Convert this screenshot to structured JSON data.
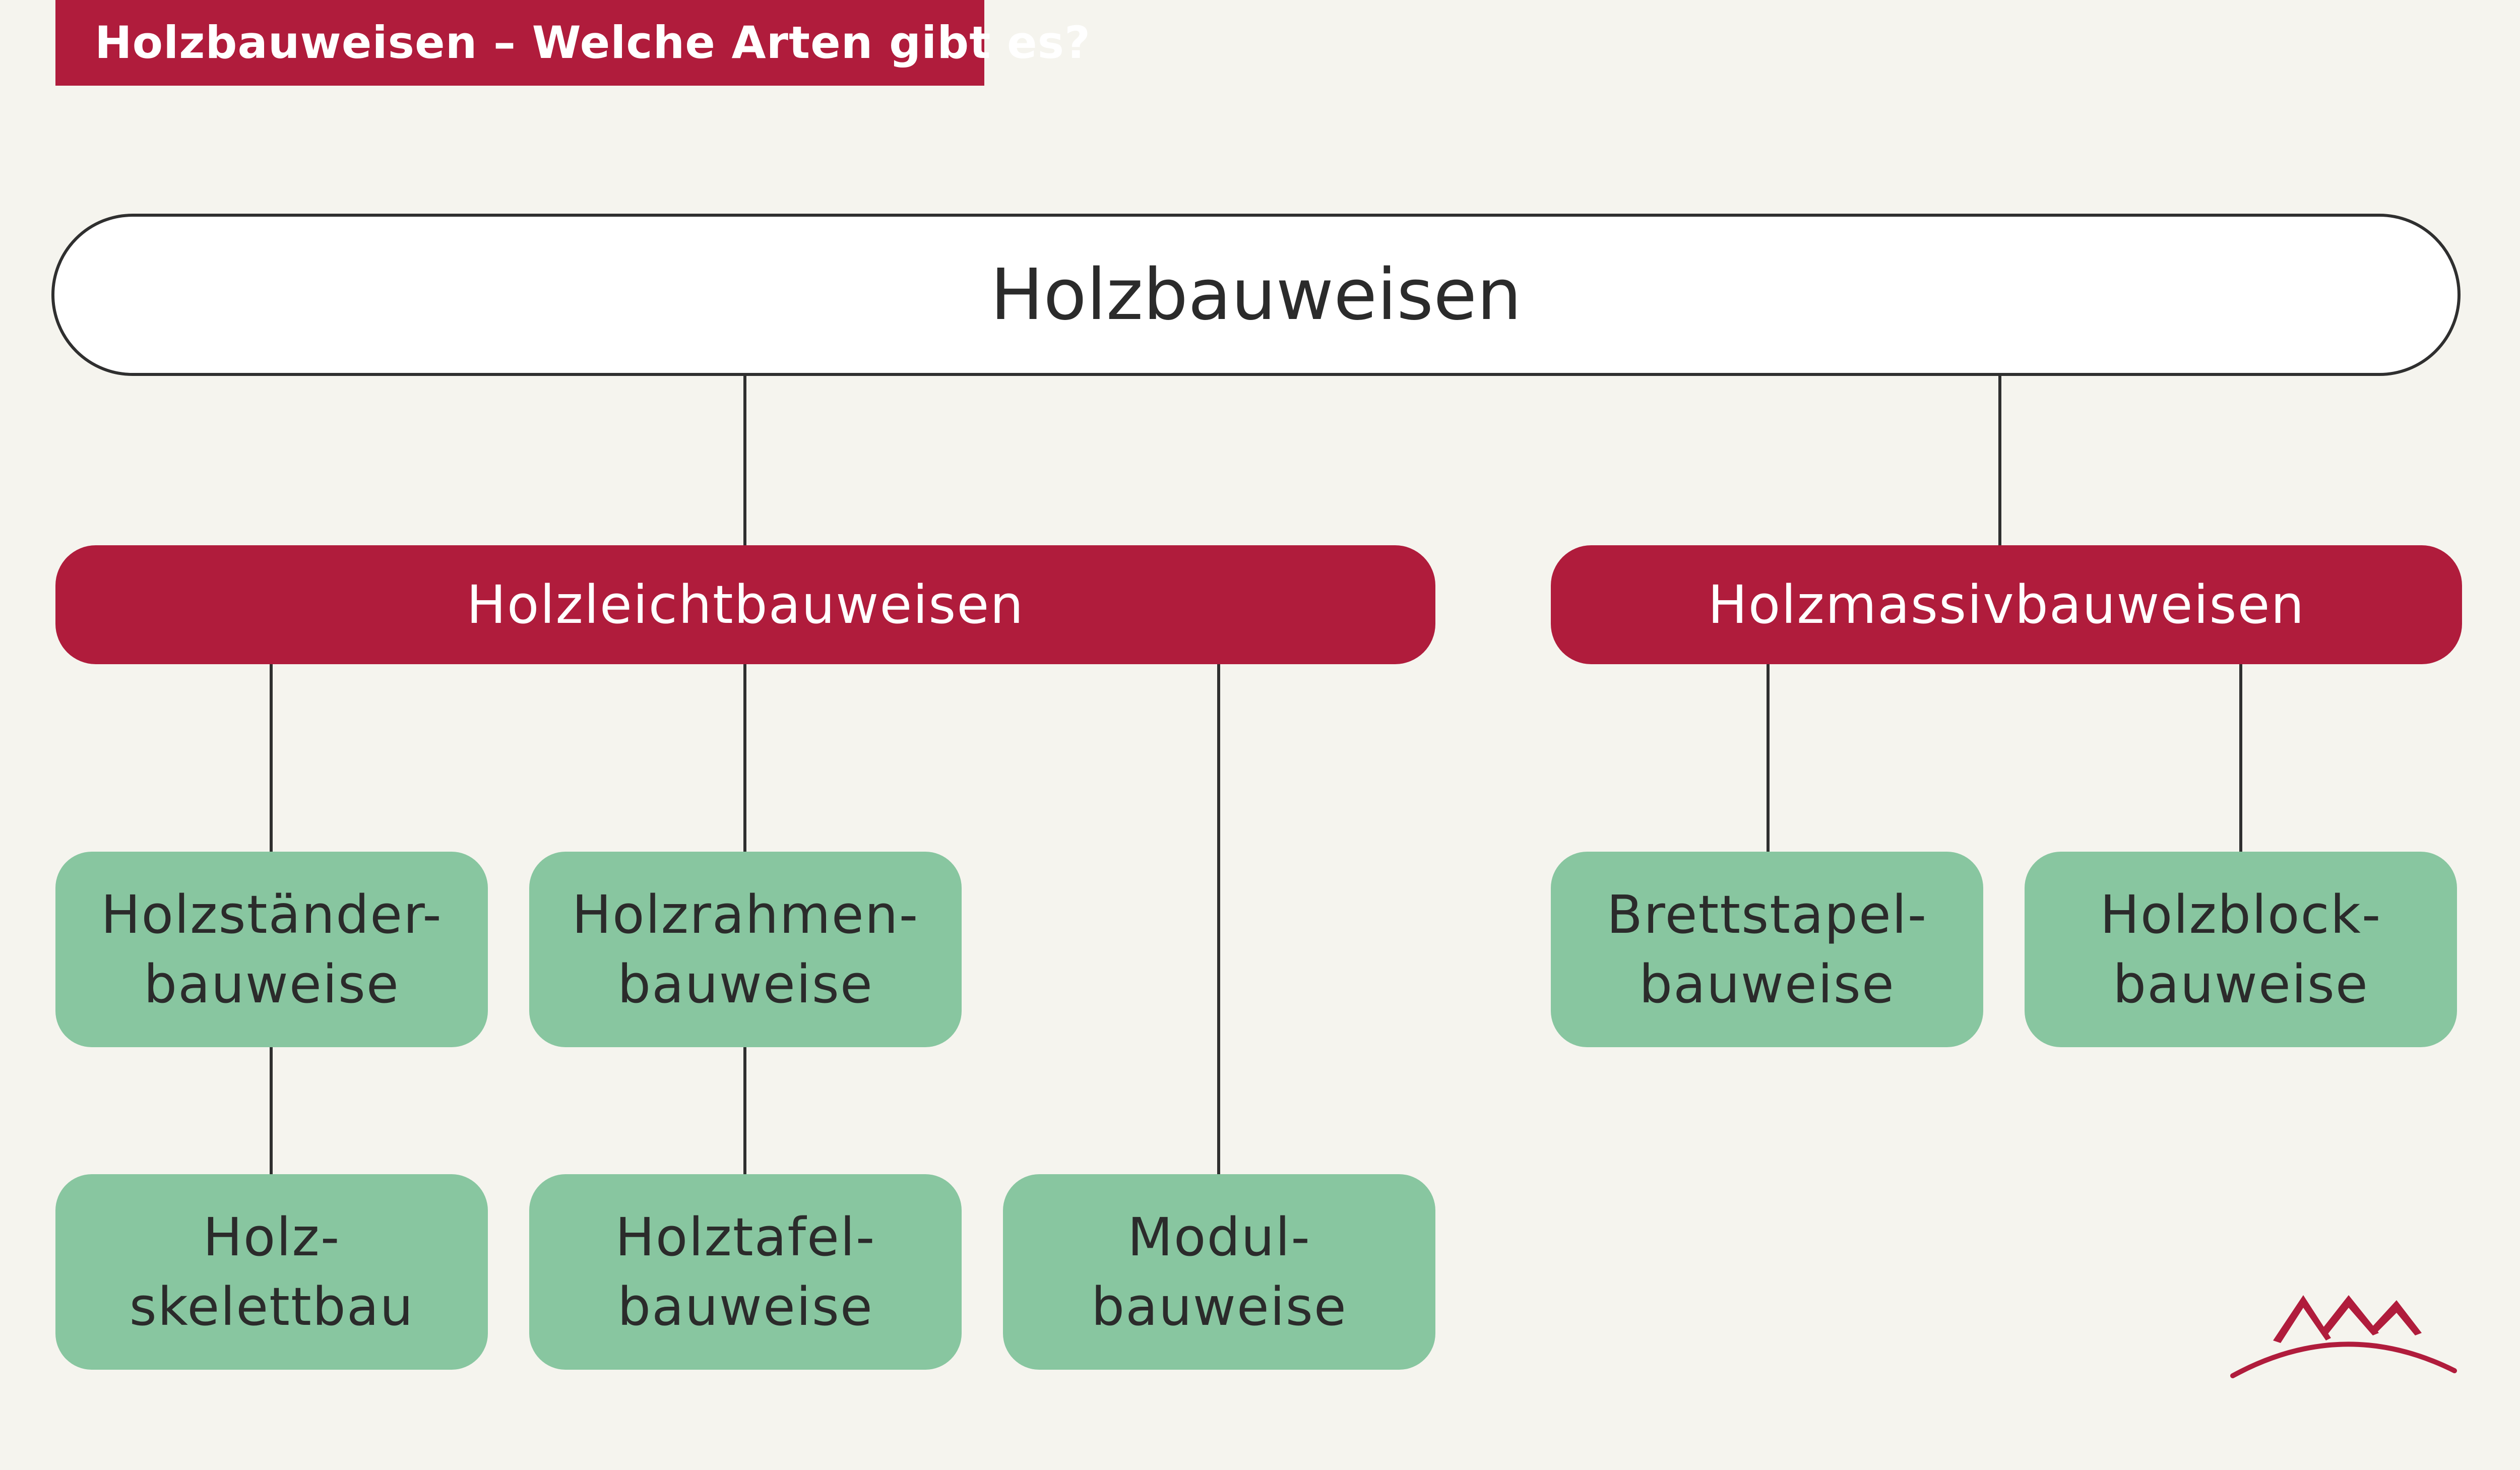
{
  "header": {
    "title": "Holzbauweisen – Welche Arten gibt es?"
  },
  "diagram": {
    "root": "Holzbauweisen",
    "categories": [
      {
        "label": "Holzleichtbauweisen",
        "children": [
          {
            "line1": "Holzständer-",
            "line2": "bauweise",
            "sub": {
              "line1": "Holz-",
              "line2": "skelettbau"
            }
          },
          {
            "line1": "Holzrahmen-",
            "line2": "bauweise",
            "sub": {
              "line1": "Holztafel-",
              "line2": "bauweise"
            }
          },
          {
            "line1": "Modul-",
            "line2": "bauweise"
          }
        ]
      },
      {
        "label": "Holzmassivbauweisen",
        "children": [
          {
            "line1": "Brettstapel-",
            "line2": "bauweise"
          },
          {
            "line1": "Holzblock-",
            "line2": "bauweise"
          }
        ]
      }
    ]
  },
  "colors": {
    "accent_red": "#b01c3c",
    "leaf_green": "#88c6a0",
    "background": "#f5f4ee",
    "text_dark": "#2b2b2b"
  },
  "logo": {
    "icon": "house-roofs-logo"
  }
}
